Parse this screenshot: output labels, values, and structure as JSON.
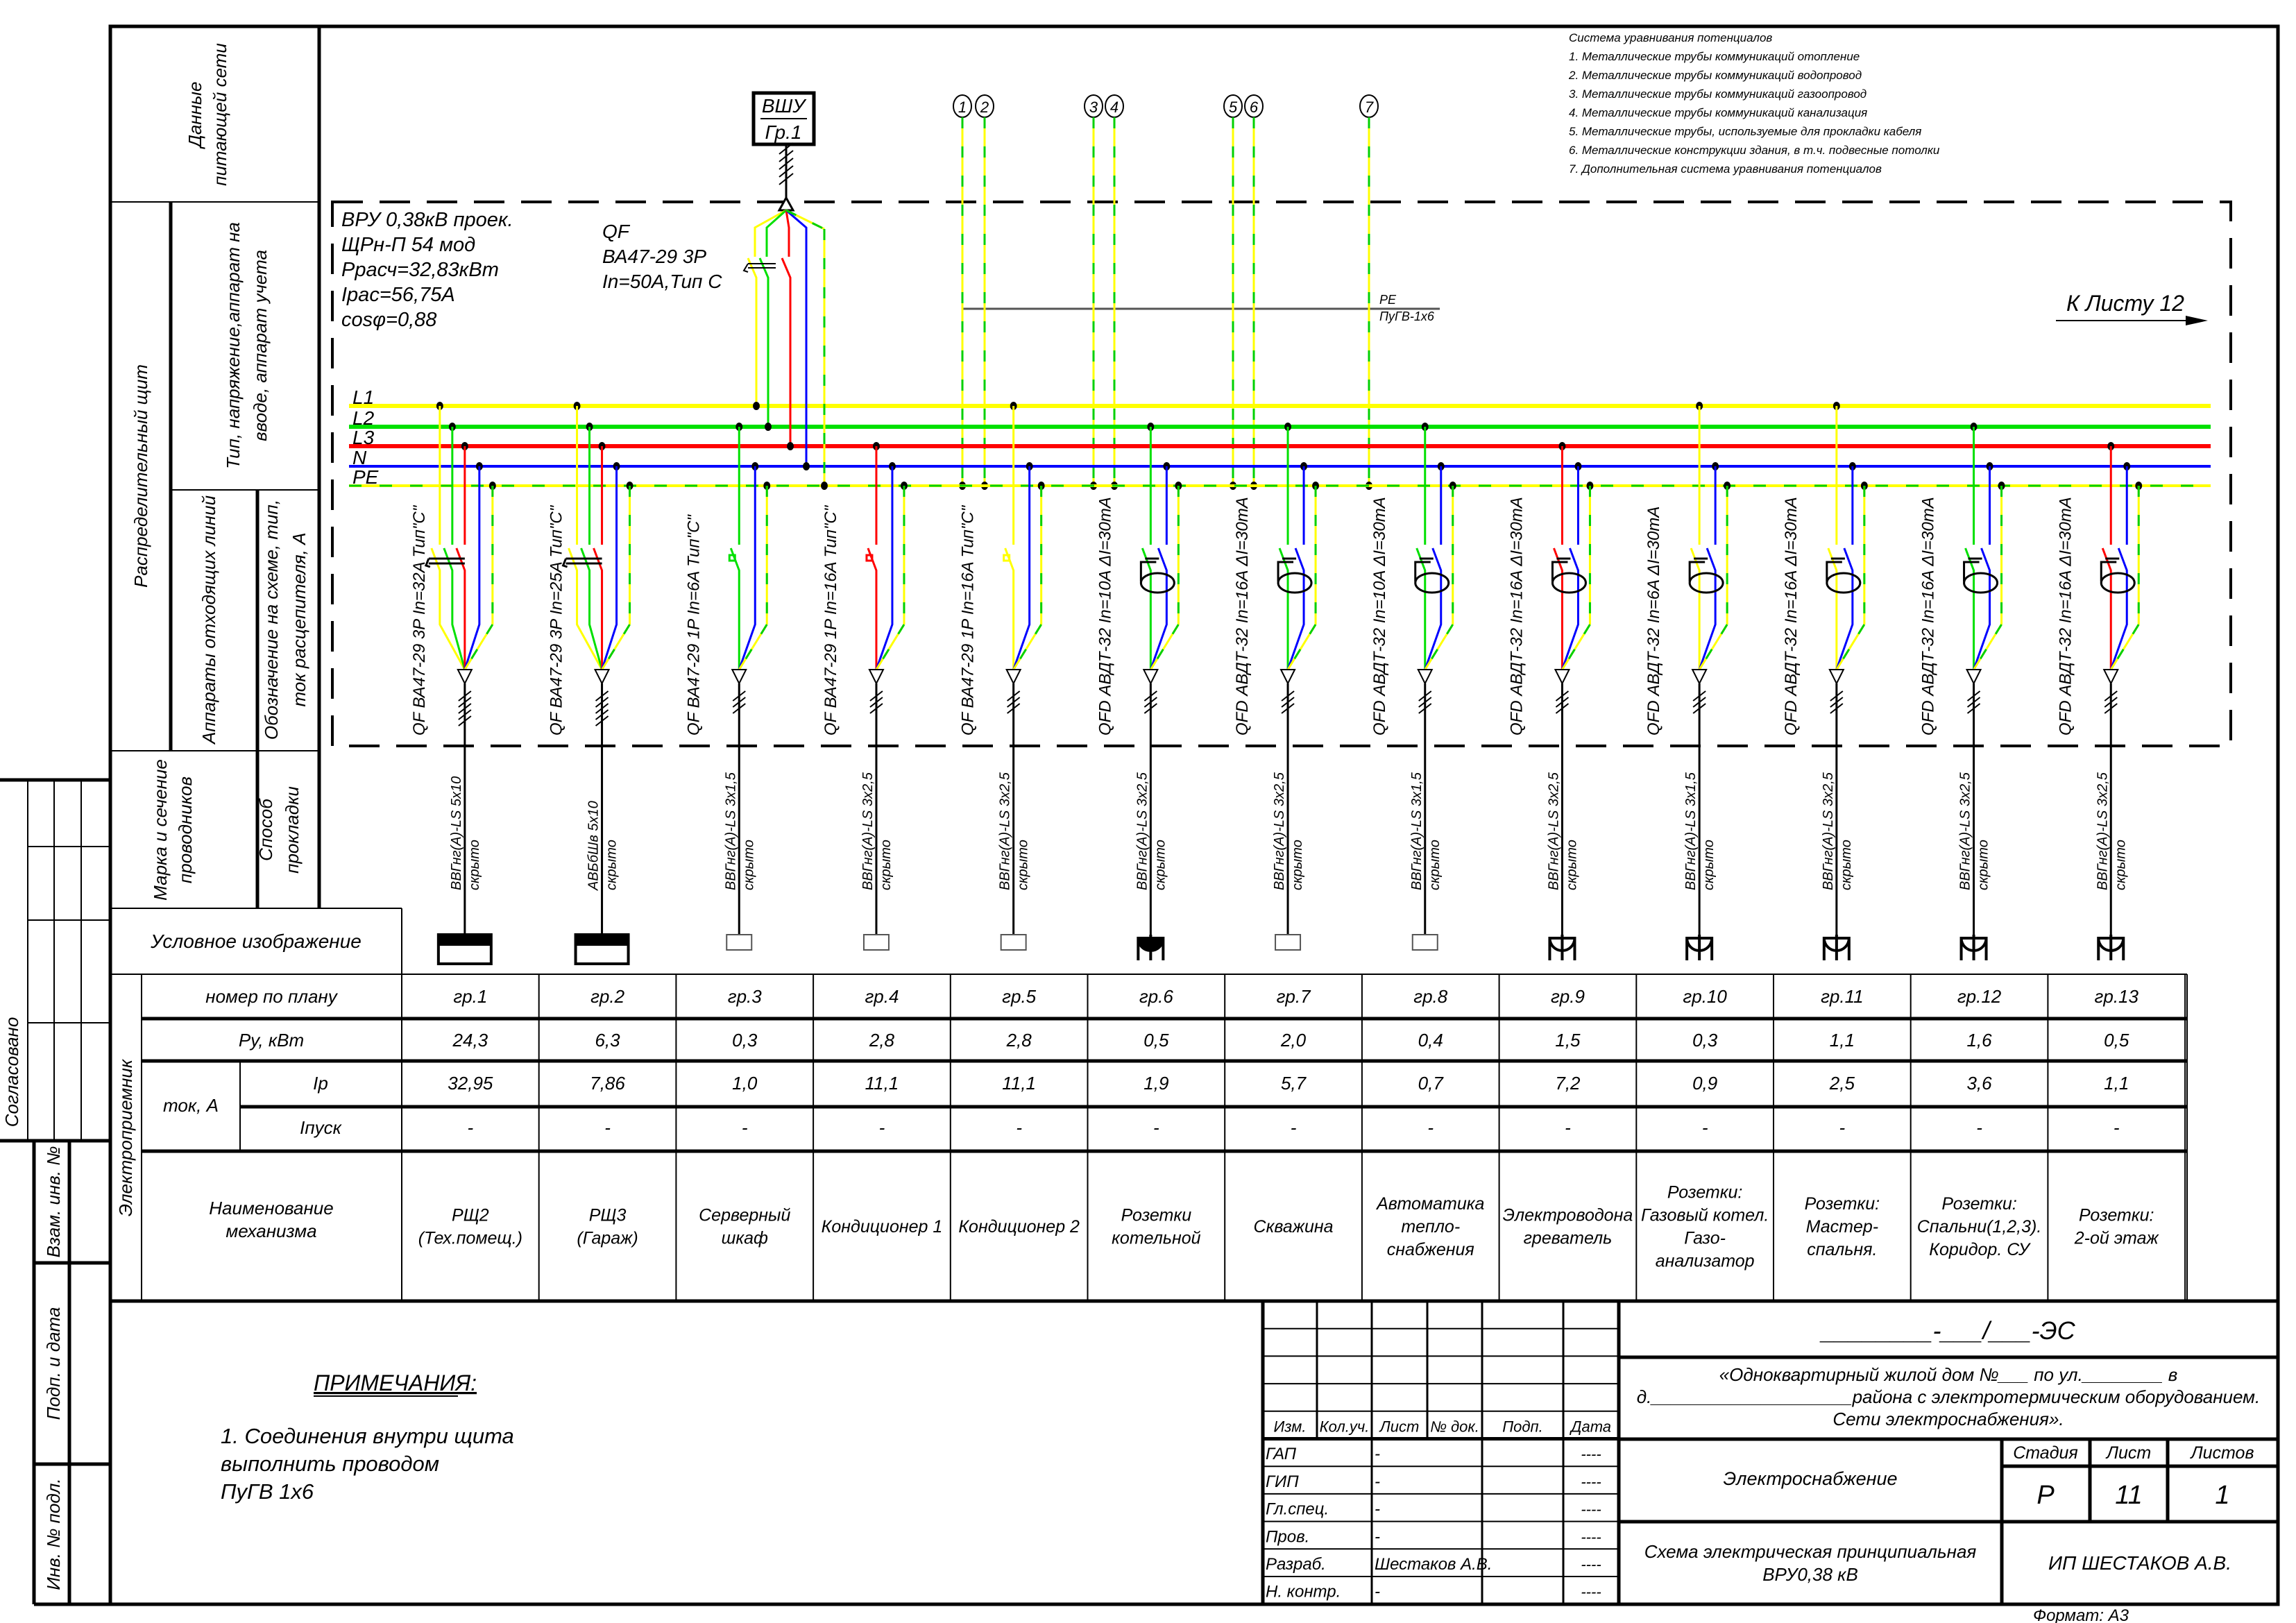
{
  "left_headers": {
    "supply": [
      "Данные",
      "питающей сети"
    ],
    "dist_board": "Распределительный щит",
    "type_voltage": [
      "Тип, напряжение,аппарат на",
      "вводе, аппарат учета"
    ],
    "apparatus": "Аппараты отходящих линий",
    "designation": [
      "Обозначение на схеме, тип,",
      "ток расцепителя, А"
    ],
    "conductor": [
      "Марка и сечение",
      "проводников"
    ],
    "laying": [
      "Способ",
      "прокладки"
    ],
    "symbol": "Условное изображение"
  },
  "stamp": {
    "agreed": "Согласовано",
    "replace_inv": "Взам. инв. №",
    "sign_date": "Подп. и дата",
    "inv_orig": "Инв. № подл."
  },
  "input": {
    "vshu_top": "ВШУ",
    "vshu_bottom": "Гр.1",
    "params": [
      "ВРУ 0,38кВ проек.",
      "ЩРн-П 54 мод",
      "Ррасч=32,83кВт",
      "Iрас=56,75А",
      "cosφ=0,88"
    ],
    "qf": [
      "QF",
      "ВА47-29 3Р",
      "In=50А,Тип С"
    ]
  },
  "buses": [
    {
      "label": "L1",
      "color": "#ffff00"
    },
    {
      "label": "L2",
      "color": "#00e000"
    },
    {
      "label": "L3",
      "color": "#ff0000"
    },
    {
      "label": "N",
      "color": "#0000ff"
    },
    {
      "label": "PE",
      "color": "#ffff00"
    }
  ],
  "pe_dash_color": "#00d000",
  "equalization": {
    "title": "Система  уравнивания потенциалов",
    "items": [
      "1. Металлические трубы коммуникаций отопление",
      "2. Металлические трубы коммуникаций водопровод",
      "3. Металлические трубы коммуникаций газоопровод",
      "4. Металлические трубы коммуникаций канализация",
      "5. Металлические трубы, используемые для прокладки кабеля",
      "6. Металлические конструкции здания, в т.ч. подвесные потолки",
      "7. Дополнительная система уравнивания потенциалов"
    ],
    "markers": [
      "1",
      "2",
      "3",
      "4",
      "5",
      "6",
      "7"
    ],
    "pe_label": "PE",
    "pe_cable": "ПуГВ-1х6"
  },
  "to_sheet": "К Листу 12",
  "table": {
    "side_label": "Электроприемник",
    "plan": "номер по плану",
    "power": "Ру, кВт",
    "current": "ток, А",
    "ip": "Ip",
    "istart": "Iпуск",
    "name": [
      "Наименование",
      "механизма"
    ]
  },
  "groups": [
    {
      "plan": "гр.1",
      "poles": 3,
      "phase": 0,
      "rcd": false,
      "breaker": "QF  ВА47-29  3P  In=32A  Тип\"С\"",
      "cable": "ВВГнг(А)-LS 5x10",
      "method": "скрыто",
      "symbol": "panel",
      "power": "24,3",
      "ip": "32,95",
      "istart": "-",
      "name": [
        "РЩ2",
        "(Тех.помещ.)"
      ]
    },
    {
      "plan": "гр.2",
      "poles": 3,
      "phase": 0,
      "rcd": false,
      "breaker": "QF  ВА47-29  3P  In=25A  Тип\"С\"",
      "cable": "АВБбШв 5x10",
      "method": "скрыто",
      "symbol": "panel",
      "power": "6,3",
      "ip": "7,86",
      "istart": "-",
      "name": [
        "РЩ3",
        "(Гараж)"
      ]
    },
    {
      "plan": "гр.3",
      "poles": 1,
      "phase": 1,
      "rcd": false,
      "breaker": "QF  ВА47-29  1P  In=6A  Тип\"С\"",
      "cable": "ВВГнг(А)-LS 3x1,5",
      "method": "скрыто",
      "symbol": "box",
      "power": "0,3",
      "ip": "1,0",
      "istart": "-",
      "name": [
        "Серверный",
        "шкаф"
      ]
    },
    {
      "plan": "гр.4",
      "poles": 1,
      "phase": 2,
      "rcd": false,
      "breaker": "QF  ВА47-29  1P  In=16A  Тип\"С\"",
      "cable": "ВВГнг(А)-LS 3x2,5",
      "method": "скрыто",
      "symbol": "box",
      "power": "2,8",
      "ip": "11,1",
      "istart": "-",
      "name": [
        "Кондиционер 1"
      ]
    },
    {
      "plan": "гр.5",
      "poles": 1,
      "phase": 0,
      "rcd": false,
      "breaker": "QF  ВА47-29  1P  In=16A  Тип\"С\"",
      "cable": "ВВГнг(А)-LS 3x2,5",
      "method": "скрыто",
      "symbol": "box",
      "power": "2,8",
      "ip": "11,1",
      "istart": "-",
      "name": [
        "Кондиционер 2"
      ]
    },
    {
      "plan": "гр.6",
      "poles": 1,
      "phase": 1,
      "rcd": true,
      "breaker": "QFD  АВДТ-32  In=10A  ΔI=30mA",
      "cable": "ВВГнг(А)-LS 3x2,5",
      "method": "скрыто",
      "symbol": "socket-filled",
      "power": "0,5",
      "ip": "1,9",
      "istart": "-",
      "name": [
        "Розетки",
        "котельной"
      ]
    },
    {
      "plan": "гр.7",
      "poles": 1,
      "phase": 1,
      "rcd": true,
      "breaker": "QFD  АВДТ-32  In=16A  ΔI=30mA",
      "cable": "ВВГнг(А)-LS 3x2,5",
      "method": "скрыто",
      "symbol": "box",
      "power": "2,0",
      "ip": "5,7",
      "istart": "-",
      "name": [
        "Скважина"
      ]
    },
    {
      "plan": "гр.8",
      "poles": 1,
      "phase": 1,
      "rcd": true,
      "breaker": "QFD  АВДТ-32  In=10A  ΔI=30mA",
      "cable": "ВВГнг(А)-LS 3x1,5",
      "method": "скрыто",
      "symbol": "box",
      "power": "0,4",
      "ip": "0,7",
      "istart": "-",
      "name": [
        "Автоматика",
        "тепло-",
        "снабжения"
      ]
    },
    {
      "plan": "гр.9",
      "poles": 1,
      "phase": 2,
      "rcd": true,
      "breaker": "QFD  АВДТ-32  In=16A  ΔI=30mA",
      "cable": "ВВГнг(А)-LS 3x2,5",
      "method": "скрыто",
      "symbol": "socket",
      "power": "1,5",
      "ip": "7,2",
      "istart": "-",
      "name": [
        "Электроводона",
        "греватель"
      ]
    },
    {
      "plan": "гр.10",
      "poles": 1,
      "phase": 0,
      "rcd": true,
      "breaker": "QFD  АВДТ-32  In=6A  ΔI=30mA",
      "cable": "ВВГнг(А)-LS 3x1,5",
      "method": "скрыто",
      "symbol": "socket",
      "power": "0,3",
      "ip": "0,9",
      "istart": "-",
      "name": [
        "Розетки:",
        "Газовый котел.",
        "Газо-",
        "анализатор"
      ]
    },
    {
      "plan": "гр.11",
      "poles": 1,
      "phase": 0,
      "rcd": true,
      "breaker": "QFD  АВДТ-32  In=16A  ΔI=30mA",
      "cable": "ВВГнг(А)-LS 3x2,5",
      "method": "скрыто",
      "symbol": "socket",
      "power": "1,1",
      "ip": "2,5",
      "istart": "-",
      "name": [
        "Розетки:",
        "Мастер-",
        "спальня."
      ]
    },
    {
      "plan": "гр.12",
      "poles": 1,
      "phase": 1,
      "rcd": true,
      "breaker": "QFD  АВДТ-32  In=16A  ΔI=30mA",
      "cable": "ВВГнг(А)-LS 3x2,5",
      "method": "скрыто",
      "symbol": "socket",
      "power": "1,6",
      "ip": "3,6",
      "istart": "-",
      "name": [
        "Розетки:",
        "Спальни(1,2,3).",
        "Коридор. СУ"
      ]
    },
    {
      "plan": "гр.13",
      "poles": 1,
      "phase": 2,
      "rcd": true,
      "breaker": "QFD  АВДТ-32  In=16A  ΔI=30mA",
      "cable": "ВВГнг(А)-LS 3x2,5",
      "method": "скрыто",
      "symbol": "socket",
      "power": "0,5",
      "ip": "1,1",
      "istart": "-",
      "name": [
        "Розетки:",
        "2-ой этаж"
      ]
    }
  ],
  "notes": {
    "title": "ПРИМЕЧАНИЯ:",
    "lines": [
      "1. Соединения внутри щита",
      "выполнить проводом",
      " ПуГВ 1х6"
    ]
  },
  "title_block": {
    "headers": [
      "Изм.",
      "Кол.уч.",
      "Лист",
      "№ док.",
      "Подп.",
      "Дата"
    ],
    "people": [
      {
        "role": "ГАП",
        "name": "-",
        "date": "----"
      },
      {
        "role": "ГИП",
        "name": "-",
        "date": "----"
      },
      {
        "role": "Гл.спец.",
        "name": "-",
        "date": "----"
      },
      {
        "role": "Пров.",
        "name": "-",
        "date": "----"
      },
      {
        "role": "Разраб.",
        "name": "Шестаков А.В.",
        "date": "----"
      },
      {
        "role": "Н. контр.",
        "name": "-",
        "date": "----"
      }
    ],
    "code": "________-___/___-ЭС",
    "project": [
      "«Одноквартирный жилой дом №___  по ул.________  в",
      "д.____________________района с электротермическим оборудованием.",
      "Сети электроснабжения»."
    ],
    "section": "Электроснабжение",
    "stage_label": "Стадия",
    "sheet_label": "Лист",
    "sheets_label": "Листов",
    "stage": "Р",
    "sheet": "11",
    "sheets": "1",
    "drawing": [
      "Схема электрическая принципиальная",
      "ВРУ0,38  кВ"
    ],
    "company": "ИП ШЕСТАКОВ А.В.",
    "format": "Формат: А3"
  }
}
